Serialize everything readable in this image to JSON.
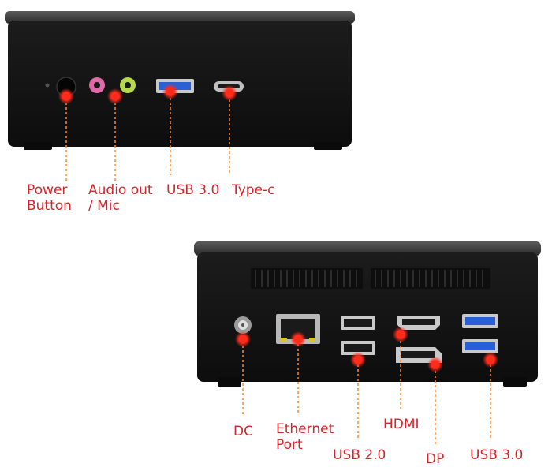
{
  "front_labels": {
    "power_line1": "Power",
    "power_line2": "Button",
    "audio_line1": "Audio out",
    "audio_line2": "/ Mic",
    "usb30": "USB 3.0",
    "typec": "Type-c"
  },
  "rear_labels": {
    "dc": "DC",
    "ethernet_line1": "Ethernet",
    "ethernet_line2": "Port",
    "usb20": "USB 2.0",
    "hdmi": "HDMI",
    "dp": "DP",
    "usb30": "USB 3.0"
  },
  "colors": {
    "label": "#d8232a",
    "marker": "#ff2a1a",
    "leader": "#ff8a2a",
    "device_body": "#161616",
    "top_panel": "#3a3a3a"
  }
}
